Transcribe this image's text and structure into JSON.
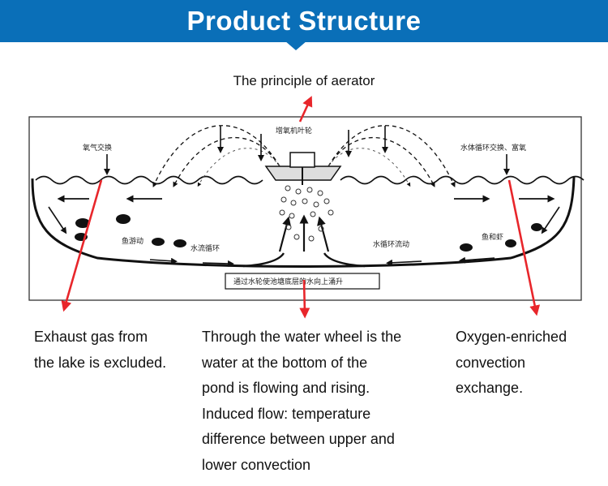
{
  "header": {
    "title": "Product Structure"
  },
  "diagram": {
    "principle_label": "The principle of aerator",
    "inner_labels": {
      "top_center": "增氧机叶轮",
      "top_left": "氧气交换",
      "top_right": "水体循环交换、富氧",
      "mid_left": "鱼游动",
      "bottom_left": "水流循环",
      "bottom_right": "水循环流动",
      "right_fish": "鱼和虾",
      "bottom_box": "通过水轮使池塘底层的水向上涌升"
    }
  },
  "captions": {
    "left": [
      "Exhaust gas from",
      "the lake is excluded."
    ],
    "center": [
      "Through the water wheel is the",
      "water at the bottom of the",
      "pond is flowing and rising.",
      "Induced flow: temperature",
      "difference between upper and",
      "lower convection"
    ],
    "right": [
      "Oxygen-enriched",
      "convection",
      "exchange."
    ]
  },
  "colors": {
    "banner": "#0a6fb8",
    "arrow": "#e8262b",
    "ink": "#111111"
  }
}
